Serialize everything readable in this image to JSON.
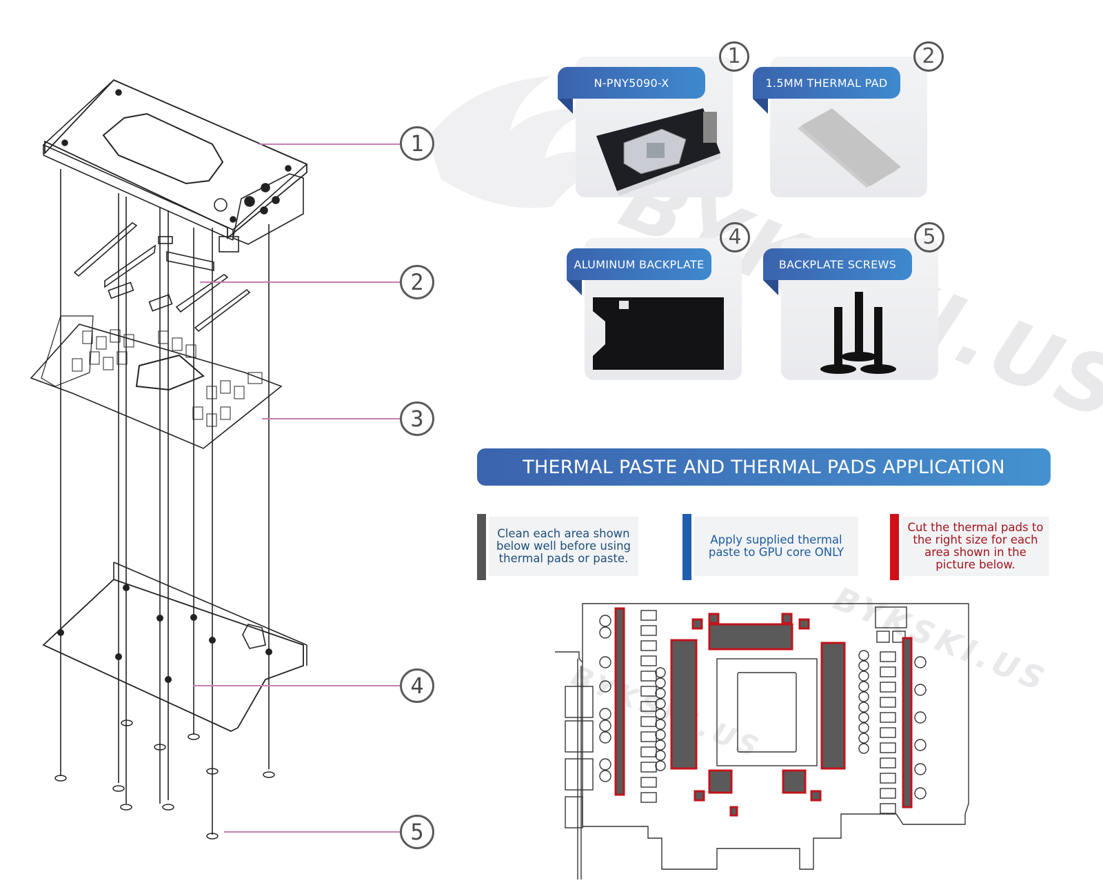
{
  "watermark": {
    "brand": "BYKSKI.US"
  },
  "exploded_view": {
    "callouts": [
      {
        "number": "1",
        "part": "water block"
      },
      {
        "number": "2",
        "part": "thermal pads"
      },
      {
        "number": "3",
        "part": "graphics card PCB"
      },
      {
        "number": "4",
        "part": "backplate"
      },
      {
        "number": "5",
        "part": "backplate screws"
      }
    ]
  },
  "parts": [
    {
      "number": "①",
      "label": "N-PNY5090-X",
      "image": "water-block-photo"
    },
    {
      "number": "②",
      "label": "1.5MM THERMAL PAD",
      "image": "thermal-pad-photo"
    },
    {
      "number": "④",
      "label": "ALUMINUM BACKPLATE",
      "image": "backplate-photo"
    },
    {
      "number": "⑤",
      "label": "BACKPLATE SCREWS",
      "image": "screws-photo"
    }
  ],
  "application": {
    "title": "THERMAL PASTE AND THERMAL PADS APPLICATION",
    "notes": [
      {
        "text": "Clean each area shown below well before using thermal pads or paste.",
        "color": "#1e4f7a",
        "bar_color": "#555555"
      },
      {
        "text": "Apply supplied thermal paste to GPU core ONLY",
        "color": "#1a5a9e",
        "bar_color": "#1f5fae"
      },
      {
        "text": "Cut the thermal pads to the right size for each area shown in the picture below.",
        "color": "#a3141c",
        "bar_color": "#d10f17"
      }
    ],
    "legend_colors": {
      "pad_fill": "#5a5a5a",
      "pad_border": "#c0141b"
    }
  }
}
